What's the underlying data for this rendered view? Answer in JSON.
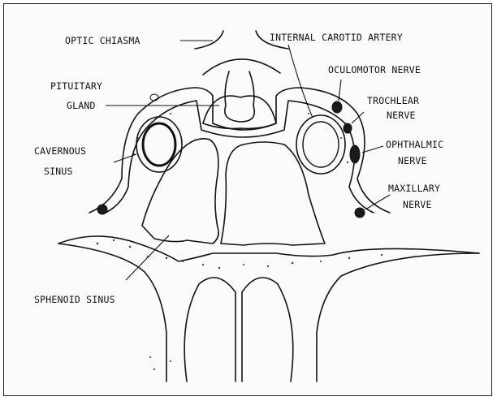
{
  "labels": {
    "optic_chiasma": "OPTIC  CHIASMA",
    "internal_carotid_artery": "INTERNAL  CAROTID  ARTERY",
    "oculomotor_nerve": "OCULOMOTOR  NERVE",
    "pituitary_gland_line1": "PITUITARY",
    "pituitary_gland_line2": "GLAND",
    "trochlear_nerve_line1": "TROCHLEAR",
    "trochlear_nerve_line2": "NERVE",
    "cavernous_sinus_line1": "CAVERNOUS",
    "cavernous_sinus_line2": "SINUS",
    "ophthalmic_nerve_line1": "OPHTHALMIC",
    "ophthalmic_nerve_line2": "NERVE",
    "maxillary_nerve_line1": "MAXILLARY",
    "maxillary_nerve_line2": "NERVE",
    "sphenoid_sinus": "SPHENOID SINUS"
  },
  "colors": {
    "ink": "#111111",
    "background": "#fbfbfb",
    "nerve_fill": "#1a1a1a"
  }
}
